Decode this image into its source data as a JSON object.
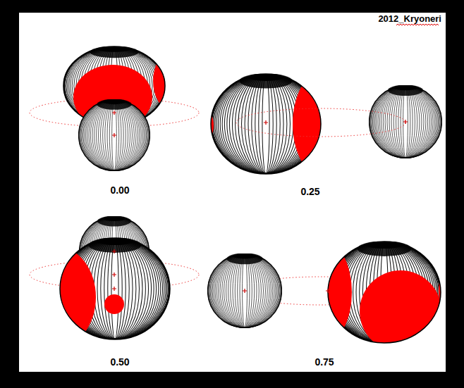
{
  "diagram": {
    "labels": [
      "2012_Kryoneri",
      "0.00",
      "0.25",
      "0.50",
      "0.75"
    ]
  }
}
